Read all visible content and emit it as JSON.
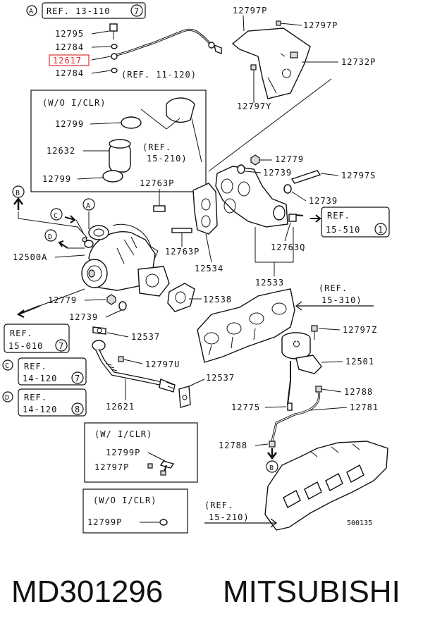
{
  "parts": {
    "p12797p_a": "12797P",
    "p12797p_b": "12797P",
    "p12795": "12795",
    "p12784_a": "12784",
    "p12617": "12617",
    "p12784_b": "12784",
    "p12732p": "12732P",
    "p12797y": "12797Y",
    "p12799_a": "12799",
    "p12632": "12632",
    "p12799_b": "12799",
    "p12779_a": "12779",
    "p12739_a": "12739",
    "p12797s": "12797S",
    "p12763p_a": "12763P",
    "p12739_b": "12739",
    "p12500a": "12500A",
    "p12763p_b": "12763P",
    "p12534": "12534",
    "p12763q": "12763Q",
    "p12533": "12533",
    "p12779_b": "12779",
    "p12538": "12538",
    "p12739_c": "12739",
    "p12537_a": "12537",
    "p12797z": "12797Z",
    "p12797u": "12797U",
    "p12501": "12501",
    "p12537_b": "12537",
    "p12788_a": "12788",
    "p12621": "12621",
    "p12775": "12775",
    "p12781": "12781",
    "p12788_b": "12788",
    "p12799p_a": "12799P",
    "p12797p_c": "12797P",
    "p12799p_b": "12799P"
  },
  "refs": {
    "r13_110": {
      "line1": "REF. 13-110",
      "num": "7"
    },
    "r11_120": "(REF. 11-120)",
    "r15_210_a": {
      "line1": "(REF.",
      "line2": "15-210)"
    },
    "r15_510": {
      "line1": "REF.",
      "line2": "15-510",
      "num": "1"
    },
    "r15_310": {
      "line1": "(REF.",
      "line2": "15-310)"
    },
    "r15_010": {
      "line1": "REF.",
      "line2": "15-010",
      "num": "7"
    },
    "r14_120_c": {
      "line1": "REF.",
      "line2": "14-120",
      "num": "7"
    },
    "r14_120_d": {
      "line1": "REF.",
      "line2": "14-120",
      "num": "8"
    },
    "r15_210_b": {
      "line1": "(REF.",
      "line2": "15-210)"
    }
  },
  "markers": {
    "a": "A",
    "b": "B",
    "c": "C",
    "d": "D"
  },
  "boxes": {
    "wo_iclr_1": "(W/O  I/CLR)",
    "w_iclr": "(W/  I/CLR)",
    "wo_iclr_2": "(W/O  I/CLR)"
  },
  "diagram_code": "500135",
  "footer": {
    "part_number": "MD301296",
    "brand": "MITSUBISHI"
  },
  "colors": {
    "highlight": "#e03030",
    "ink": "#111111"
  }
}
